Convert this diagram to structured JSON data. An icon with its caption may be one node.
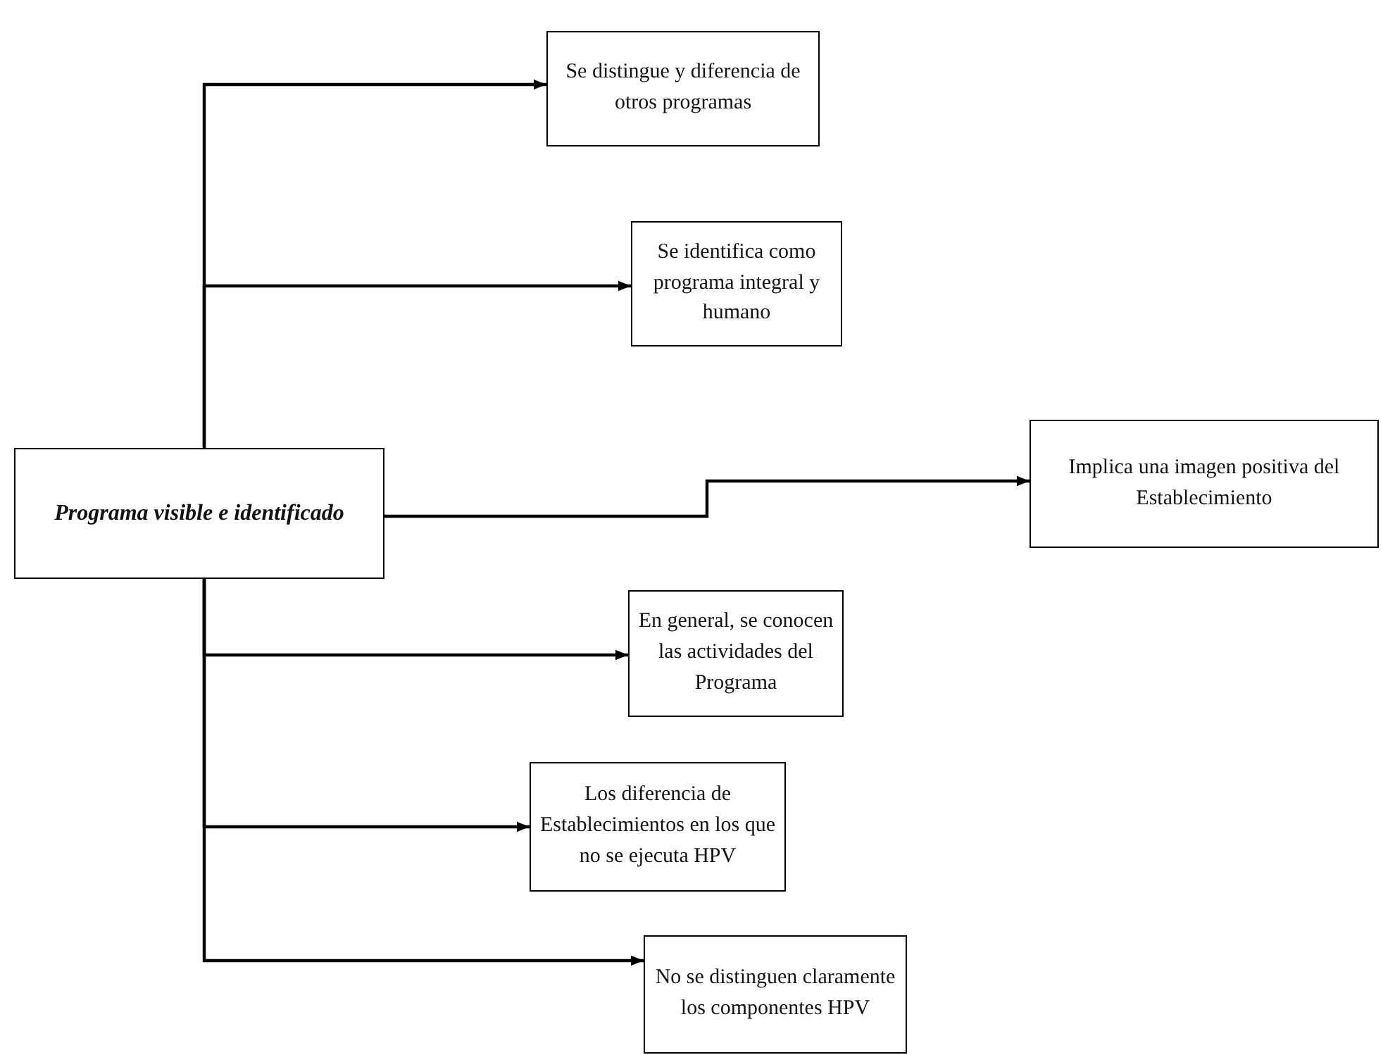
{
  "diagram": {
    "nodes": [
      {
        "text": [
          "Programa visible e identificado"
        ]
      },
      {
        "text": [
          "Se distingue y diferencia de otros programas"
        ]
      },
      {
        "text": [
          "Se identifica como programa integral y humano"
        ]
      },
      {
        "text": [
          "Implica una imagen positiva del Establecimiento"
        ]
      },
      {
        "text": [
          "En general, se conocen las actividades del Programa"
        ]
      },
      {
        "text": [
          "Los diferencia de Establecimientos en los que no se ejecuta HPV"
        ]
      },
      {
        "text": [
          "No se distinguen claramente los componentes HPV"
        ]
      }
    ],
    "edges": [
      {
        "from": 0,
        "to": 1,
        "arrow": "to"
      },
      {
        "from": 0,
        "to": 2,
        "arrow": "to"
      },
      {
        "from": 0,
        "to": 3,
        "arrow": "to"
      },
      {
        "from": 0,
        "to": 4,
        "arrow": "to"
      },
      {
        "from": 0,
        "to": 5,
        "arrow": "to"
      },
      {
        "from": 0,
        "to": 6,
        "arrow": "to"
      }
    ]
  }
}
